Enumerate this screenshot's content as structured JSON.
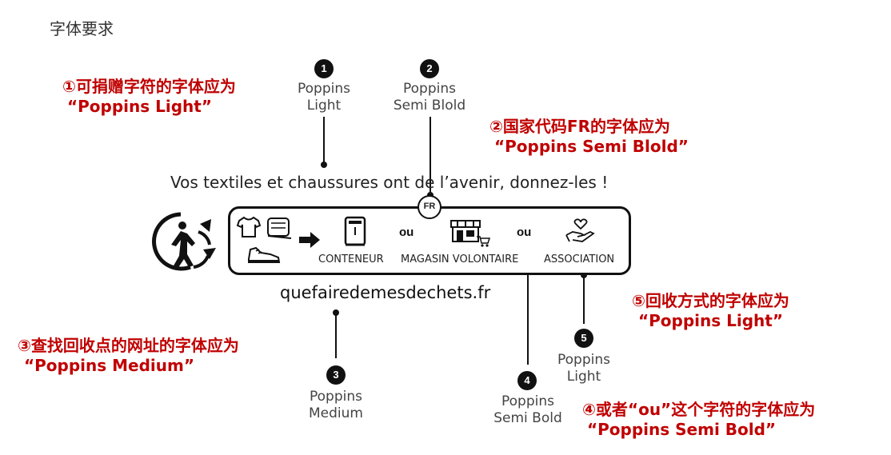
{
  "page_title": "字体要求",
  "annotations": {
    "a1": {
      "line1": "①可捐赠字符的字体应为",
      "line2": "“Poppins Light”"
    },
    "a2": {
      "line1": "②国家代码FR的字体应为",
      "line2": "“Poppins Semi Blold”"
    },
    "a3": {
      "line1": "③查找回收点的网址的字体应为",
      "line2": "“Poppins Medium”"
    },
    "a4": {
      "line1": "④或者“ou”这个字符的字体应为",
      "line2": "“Poppins Semi Bold”"
    },
    "a5": {
      "line1": "⑤回收方式的字体应为",
      "line2": "“Poppins Light”"
    }
  },
  "markers": [
    {
      "num": "1",
      "line1": "Poppins",
      "line2": "Light"
    },
    {
      "num": "2",
      "line1": "Poppins",
      "line2": "Semi Blold"
    },
    {
      "num": "3",
      "line1": "Poppins",
      "line2": "Medium"
    },
    {
      "num": "4",
      "line1": "Poppins",
      "line2": "Semi Bold"
    },
    {
      "num": "5",
      "line1": "Poppins",
      "line2": "Light"
    }
  ],
  "logo": {
    "headline": "Vos textiles et chaussures ont de l’avenir, donnez-les !",
    "country_code": "FR",
    "options": {
      "conteneur": "CONTENEUR",
      "or1": "ou",
      "magasin": "MAGASIN VOLONTAIRE",
      "or2": "ou",
      "association": "ASSOCIATION"
    },
    "url": "quefairedemesdechets.fr"
  },
  "icons": [
    "triman-icon",
    "tshirt-icon",
    "fabric-roll-icon",
    "sneaker-icon",
    "arrow-right-icon",
    "container-icon",
    "shop-icon",
    "hand-heart-icon"
  ]
}
